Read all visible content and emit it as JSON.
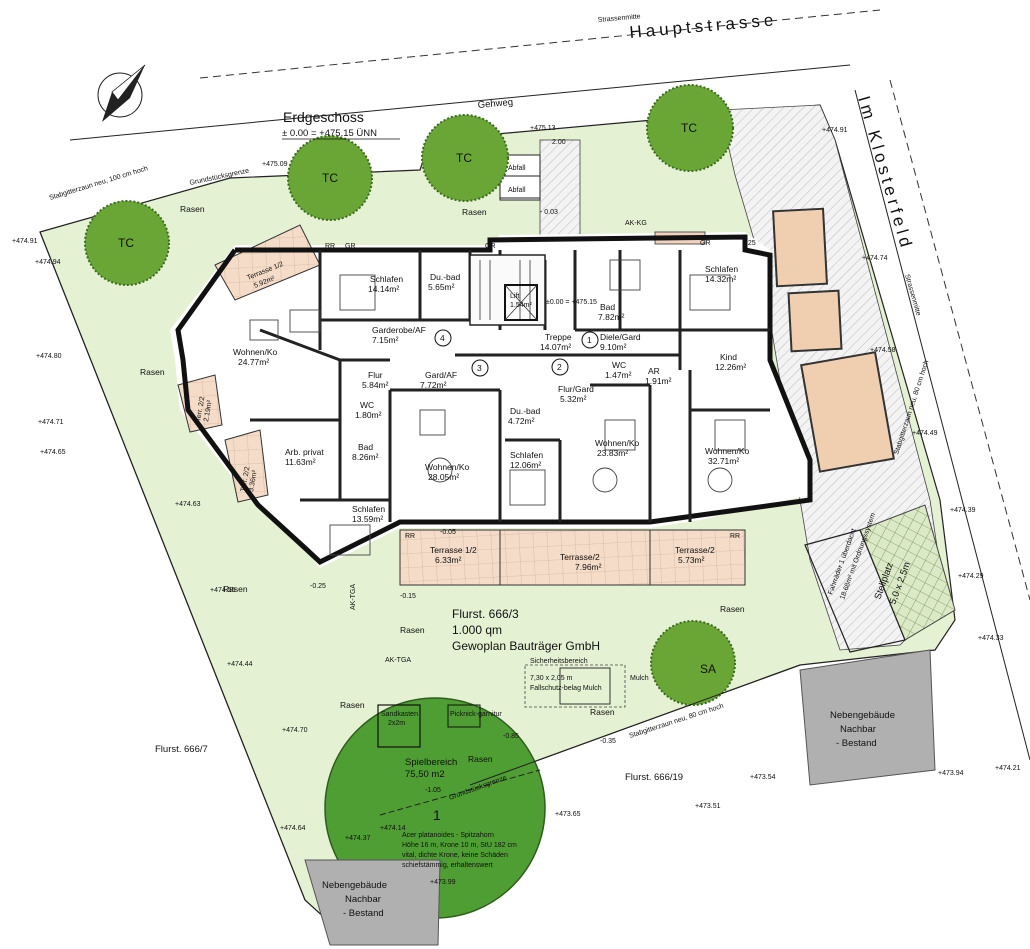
{
  "title": {
    "floor": "Erdgeschoss",
    "level": "± 0.00 = +475.15 ÜNN"
  },
  "streets": {
    "main": "Hauptstrasse",
    "main_axis": "Strassenmitte",
    "side": "Im Klosterfeld",
    "side_axis": "Strassenmitte",
    "sidewalk": "Gehweg"
  },
  "parcel": {
    "name": "Flurst. 666/3",
    "area": "1.000 qm",
    "owner": "Gewoplan Bauträger GmbH",
    "neighbor_left": "Flurst. 666/7",
    "neighbor_bottom": "Flurst. 666/19"
  },
  "rooms": [
    {
      "name": "Schlafen",
      "area": "14.14m²"
    },
    {
      "name": "Du.-bad",
      "area": "5.65m²"
    },
    {
      "name": "Lift",
      "area": "1.54m²"
    },
    {
      "name": "Bad",
      "area": "7.82m²"
    },
    {
      "name": "Schlafen",
      "area": "14.32m²"
    },
    {
      "name": "Garderobe/AF",
      "area": "7.15m²"
    },
    {
      "name": "Treppe",
      "area": "14.07m²"
    },
    {
      "name": "Diele/Gard",
      "area": "9.10m²"
    },
    {
      "name": "Wohnen/Ko",
      "area": "24.77m²"
    },
    {
      "name": "Flur",
      "area": "5.84m²"
    },
    {
      "name": "Gard/AF",
      "area": "7.72m²"
    },
    {
      "name": "Kind",
      "area": "12.26m²"
    },
    {
      "name": "WC",
      "area": "1.80m²"
    },
    {
      "name": "Du.-bad",
      "area": "4.72m²"
    },
    {
      "name": "Flur/Gard",
      "area": "5.32m²"
    },
    {
      "name": "WC",
      "area": "1.47m²"
    },
    {
      "name": "AR",
      "area": "1.91m²"
    },
    {
      "name": "Bad",
      "area": "8.26m²"
    },
    {
      "name": "Arb. privat",
      "area": "11.63m²"
    },
    {
      "name": "Wohnen/Ko",
      "area": "28.05m²"
    },
    {
      "name": "Schlafen",
      "area": "12.06m²"
    },
    {
      "name": "Wohnen/Ko",
      "area": "23.83m²"
    },
    {
      "name": "Wohnen/Ko",
      "area": "32.71m²"
    },
    {
      "name": "Schlafen",
      "area": "13.59m²"
    }
  ],
  "terraces": [
    {
      "name": "Terrasse 1/2",
      "area": "5.92m²"
    },
    {
      "name": "Terr. 2/2",
      "area": "2.19m²"
    },
    {
      "name": "Terr. 2/2",
      "area": "3.36m²"
    },
    {
      "name": "Terrasse 1/2",
      "area": "6.33m²"
    },
    {
      "name": "Terrasse/2",
      "area": "7.96m²"
    },
    {
      "name": "Terrasse/2",
      "area": "5.73m²"
    }
  ],
  "units": [
    "1",
    "2",
    "3",
    "4"
  ],
  "trees": [
    "TC",
    "TC",
    "TC",
    "TC",
    "SA"
  ],
  "big_tree": {
    "number": "1",
    "species": "Acer platanoides - Spitzahorn",
    "size": "Höhe 16 m, Krone 10 m, StU 182 cm",
    "condition": "vital, dichte Krone, keine Schäden",
    "form": "schiefstämmig, erhaltenswert"
  },
  "labels": {
    "lawn": "Rasen",
    "play_area": "Spielbereich",
    "play_area_size": "75,50 m2",
    "sandbox": "Sandkasten",
    "sandbox_size": "2x2m",
    "picnic": "Picknick-garnitur",
    "safety_area": "Sicherheitsbereich",
    "safety_size": "7,30 x 2,05 m",
    "safety_surface": "Fallschutz-belag Mulch",
    "mulch": "Mulch",
    "parking": "Stellplatz",
    "parking_size": "5,0 x 2,5m",
    "bike": "Fahrräder 1 überdacht",
    "bike_area": "18.68m² mit Ordnungssystem",
    "waste": "Abfall",
    "fence_top": "Stabgitterzaun neu, 100 cm hoch",
    "fence_bottom": "Stabgitterzaun neu, 80 cm hoch",
    "fence_right": "Stabgitterzaun neu, 80 cm hoch",
    "boundary": "Grundstücksgrenze",
    "neighbor_building": "Nebengebäude",
    "neighbor": "Nachbar",
    "existing": "- Bestand",
    "ak_tga": "AK-TGA",
    "ak_kg": "AK-KG",
    "rr": "RR",
    "gr": "GR"
  },
  "elevations": [
    "+474.91",
    "+475.09",
    "+475.13",
    "+474.91",
    "+474.74",
    "+474.58",
    "+474.49",
    "+474.39",
    "+474.29",
    "+474.33",
    "+474.21",
    "+473.94",
    "+473.54",
    "+473.51",
    "+473.65",
    "+473.99",
    "+474.14",
    "+474.37",
    "+474.64",
    "+474.70",
    "+474.44",
    "+474.55",
    "+474.63",
    "+474.65",
    "+474.71",
    "+474.80",
    "+474.94"
  ],
  "dims": [
    "2.00",
    "1.25",
    "- 0.03",
    "±0.00 = +475.15",
    "-0.25",
    "-0.15",
    "-0.05",
    "-1.05",
    "-0.85",
    "-0.35"
  ],
  "colors": {
    "lawn": "#e4f1d2",
    "tree": "#6aa636",
    "big_tree": "#4f9e34",
    "terrace": "#f2d2bf",
    "path": "#eeeeee",
    "neighbor": "#b0b0b0",
    "wall": "#111111"
  }
}
